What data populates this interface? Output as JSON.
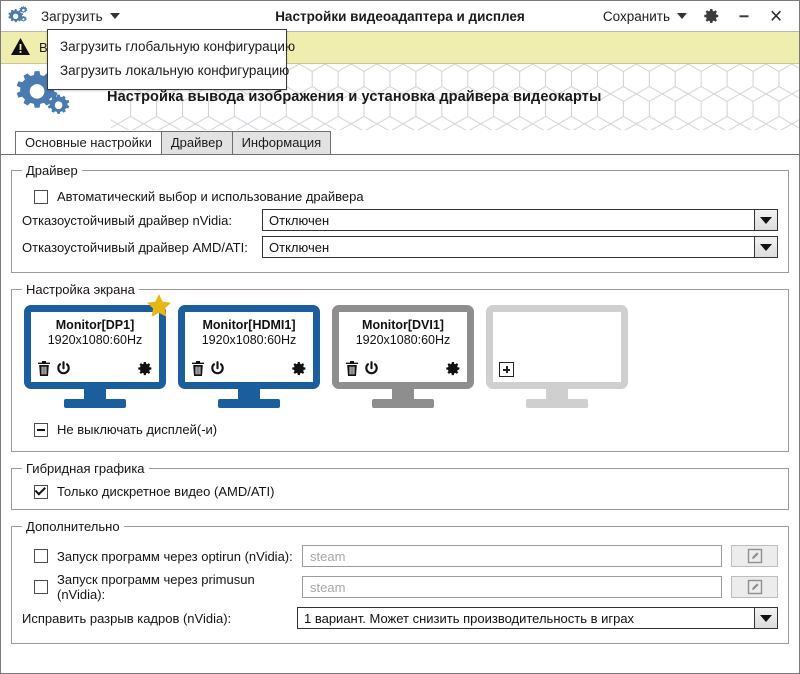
{
  "window": {
    "title": "Настройки видеоадаптера и дисплея",
    "app_icon": "gears-icon",
    "minimize_label": "—",
    "close_label": "✕"
  },
  "titlebar": {
    "load_menu_label": "Загрузить",
    "save_menu_label": "Сохранить",
    "settings_icon": "gear-icon"
  },
  "dropdown": {
    "items": [
      {
        "label": "Загрузить глобальную конфигурацию"
      },
      {
        "label": "Загрузить локальную конфигурацию"
      }
    ]
  },
  "warning": {
    "icon": "warning-triangle-icon",
    "text": "В"
  },
  "header": {
    "title": "Настройка вывода изображения и установка драйвера видеокарты",
    "logo": "gears-logo"
  },
  "tabs": [
    {
      "label": "Основные настройки",
      "active": true
    },
    {
      "label": "Драйвер",
      "active": false
    },
    {
      "label": "Информация",
      "active": false
    }
  ],
  "driver_group": {
    "legend": "Драйвер",
    "auto_checkbox": {
      "label": "Автоматический выбор и использование драйвера",
      "state": "unchecked"
    },
    "nvidia": {
      "label": "Отказоустойчивый драйвер nVidia:",
      "value": "Отключен"
    },
    "amd": {
      "label": "Отказоустойчивый драйвер AMD/ATI:",
      "value": "Отключен"
    }
  },
  "screen_group": {
    "legend": "Настройка экрана",
    "monitors": [
      {
        "name": "Monitor[DP1]",
        "mode": "1920x1080:60Hz",
        "color": "#1b5e9e",
        "primary": true,
        "icons": [
          "trash-icon",
          "power-icon",
          "gear-icon"
        ]
      },
      {
        "name": "Monitor[HDMI1]",
        "mode": "1920x1080:60Hz",
        "color": "#1b5e9e",
        "primary": false,
        "icons": [
          "trash-icon",
          "power-icon",
          "gear-icon"
        ]
      },
      {
        "name": "Monitor[DVI1]",
        "mode": "1920x1080:60Hz",
        "color": "#8e8e8e",
        "primary": false,
        "icons": [
          "trash-icon",
          "power-icon",
          "gear-icon"
        ]
      },
      {
        "name": "",
        "mode": "",
        "color": "#cfcfcf",
        "primary": false,
        "icons": [
          "plus-icon"
        ]
      }
    ],
    "keep_on_checkbox": {
      "label": "Не выключать дисплей(-и)",
      "state": "partial"
    }
  },
  "hybrid_group": {
    "legend": "Гибридная графика",
    "discrete_checkbox": {
      "label": "Только дискретное видео (AMD/ATI)",
      "state": "checked"
    }
  },
  "extra_group": {
    "legend": "Дополнительно",
    "optirun": {
      "label": "Запуск программ через optirun (nVidia):",
      "state": "unchecked",
      "placeholder": "steam",
      "edit_icon": "pencil-icon"
    },
    "primusrun": {
      "label": "Запуск программ через primusun (nVidia):",
      "state": "unchecked",
      "placeholder": "steam",
      "edit_icon": "pencil-icon"
    },
    "tearing": {
      "label": "Исправить разрыв кадров (nVidia):",
      "value": "1 вариант. Может снизить производительность в играх"
    }
  },
  "colors": {
    "primary_blue": "#1b5e9e",
    "warning_bg": "#f0eeae",
    "star": "#e8b617",
    "gray_monitor": "#8e8e8e"
  }
}
